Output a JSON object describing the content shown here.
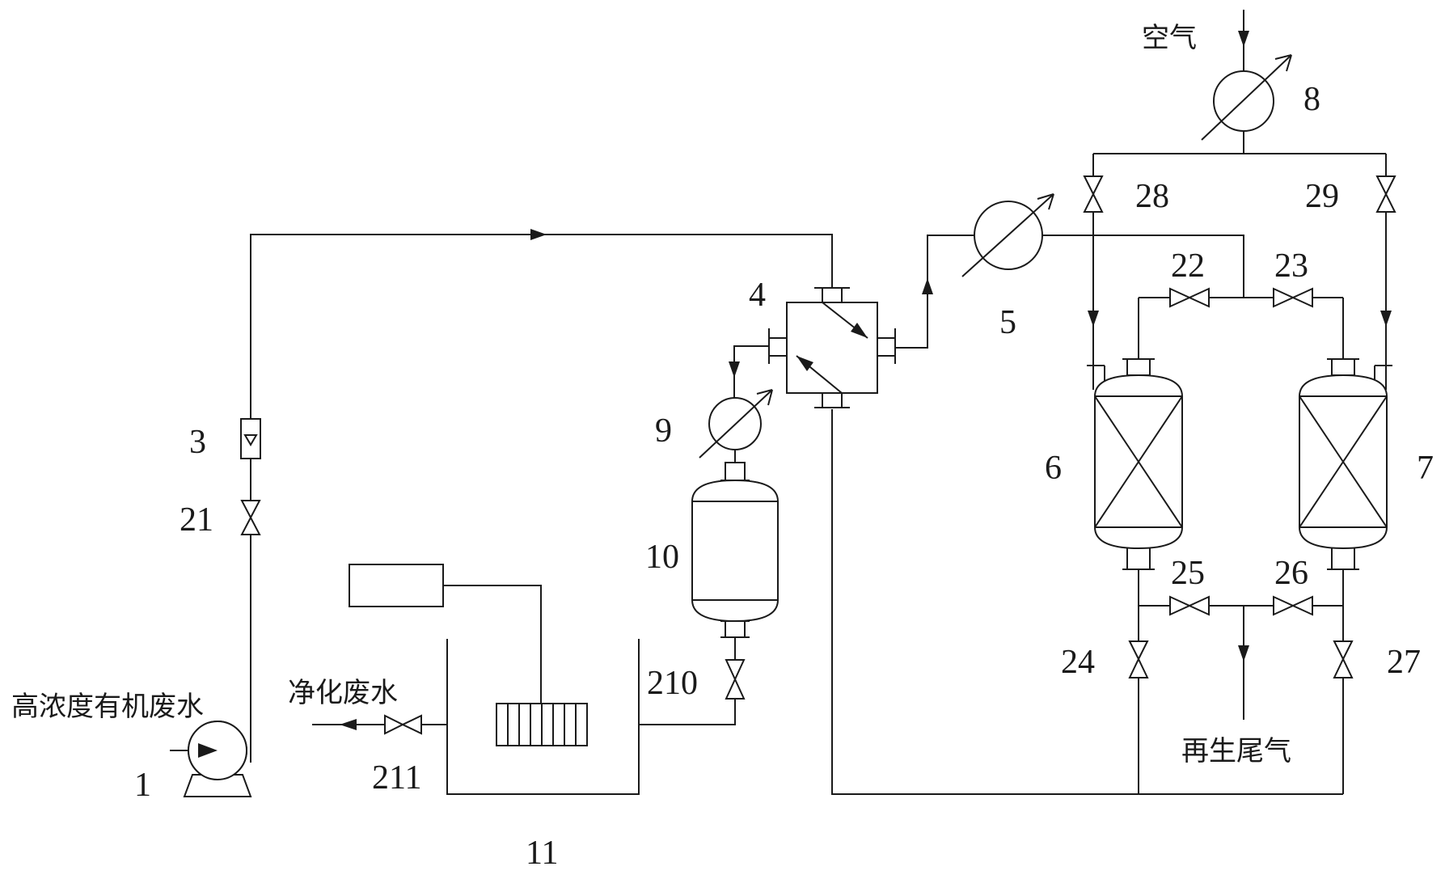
{
  "labels": {
    "air": "空气",
    "feed": "高浓度有机废水",
    "purified": "净化废水",
    "regen_gas": "再生尾气"
  },
  "components": {
    "pump": "1",
    "flowmeter": "3",
    "four_way_valve": "4",
    "heater_5": "5",
    "adsorber_6": "6",
    "adsorber_7": "7",
    "heater_8": "8",
    "heater_9": "9",
    "separator": "10",
    "tank": "11"
  },
  "valves": {
    "v21": "21",
    "v22": "22",
    "v23": "23",
    "v24": "24",
    "v25": "25",
    "v26": "26",
    "v27": "27",
    "v28": "28",
    "v29": "29",
    "v210": "210",
    "v211": "211"
  }
}
